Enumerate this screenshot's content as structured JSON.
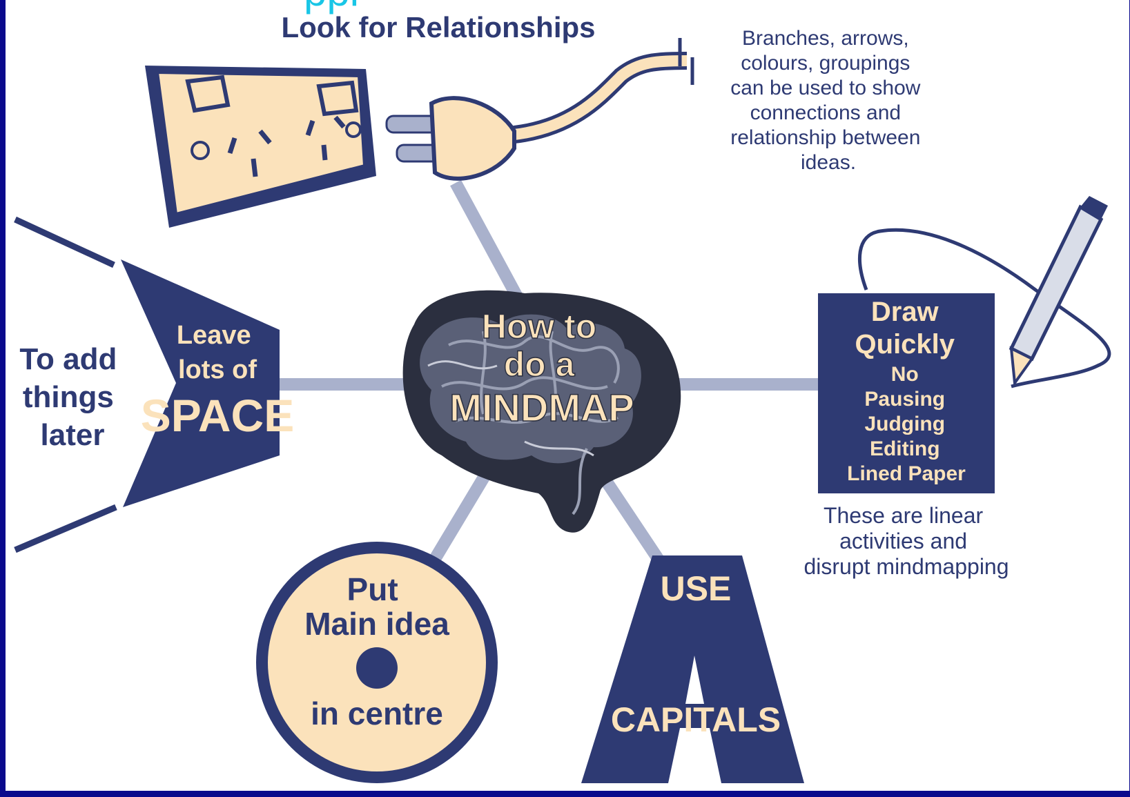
{
  "header": {
    "partial_title": "ppi",
    "subtitle": "Look for Relationships"
  },
  "relationships_note": [
    "Branches, arrows,",
    "colours, groupings",
    "can be used to show",
    "connections and",
    "relationship between",
    "ideas."
  ],
  "center": {
    "lines": [
      "How to",
      "do a",
      "MINDMAP"
    ]
  },
  "space": {
    "outer_lines": [
      "To add",
      "things",
      "later"
    ],
    "inner_lines": [
      "Leave",
      "lots of"
    ],
    "big_word": "SPACE"
  },
  "draw": {
    "lines": [
      "Draw",
      "Quickly",
      "No",
      "Pausing",
      "Judging",
      "Editing",
      "Lined Paper"
    ]
  },
  "linear_note": [
    "These are linear",
    "activities and",
    "disrupt mindmapping"
  ],
  "main_idea": {
    "top_lines": [
      "Put",
      "Main idea"
    ],
    "bottom_line": "in centre"
  },
  "capitals": {
    "top": "USE",
    "letter": "A",
    "bottom": "CAPITALS"
  },
  "colors": {
    "frame": "#0a0a8c",
    "panel": "#ffffff",
    "ink": "#2e3a73",
    "cream": "#fbe2bb",
    "branch": "#a9b1cc",
    "cyan": "#19c6e6"
  }
}
